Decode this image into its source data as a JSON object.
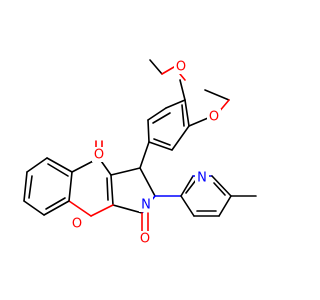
{
  "molecule": {
    "atom_labels": {
      "methoxy_o_top": "O",
      "methoxy_o_right": "O",
      "ketone_o_top": "O",
      "ring_o": "O",
      "ketone_o_bottom": "O",
      "ring_n": "N",
      "pyridine_n": "N"
    },
    "colors": {
      "bond": "#000000",
      "oxygen": "#ff0000",
      "nitrogen": "#0000ff",
      "background": "#ffffff"
    }
  }
}
